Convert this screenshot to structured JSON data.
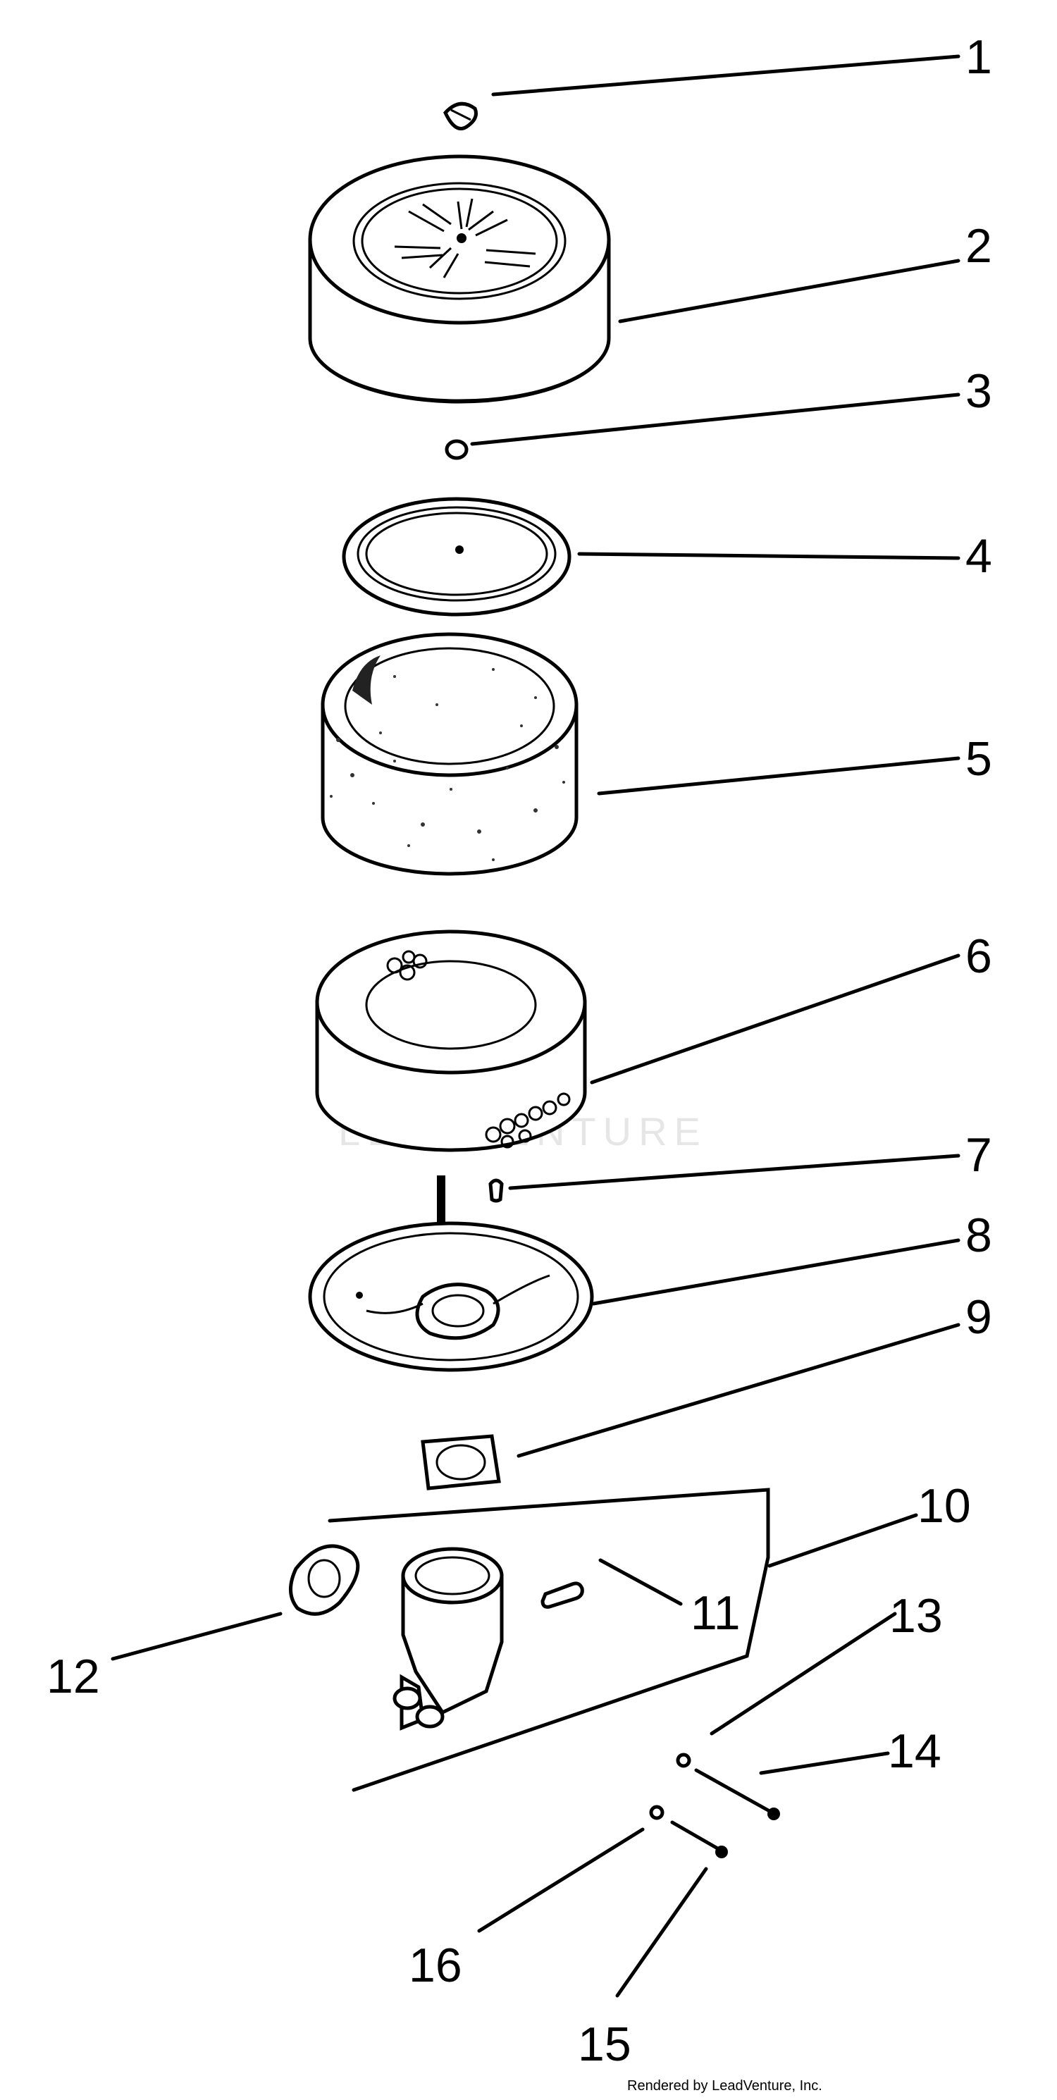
{
  "callouts": [
    {
      "id": "1",
      "label": "1"
    },
    {
      "id": "2",
      "label": "2"
    },
    {
      "id": "3",
      "label": "3"
    },
    {
      "id": "4",
      "label": "4"
    },
    {
      "id": "5",
      "label": "5"
    },
    {
      "id": "6",
      "label": "6"
    },
    {
      "id": "7",
      "label": "7"
    },
    {
      "id": "8",
      "label": "8"
    },
    {
      "id": "9",
      "label": "9"
    },
    {
      "id": "10",
      "label": "10"
    },
    {
      "id": "11",
      "label": "11"
    },
    {
      "id": "12",
      "label": "12"
    },
    {
      "id": "13",
      "label": "13"
    },
    {
      "id": "14",
      "label": "14"
    },
    {
      "id": "15",
      "label": "15"
    },
    {
      "id": "16",
      "label": "16"
    }
  ],
  "watermark": "LEADVENTURE",
  "credit": "Rendered by LeadVenture, Inc."
}
